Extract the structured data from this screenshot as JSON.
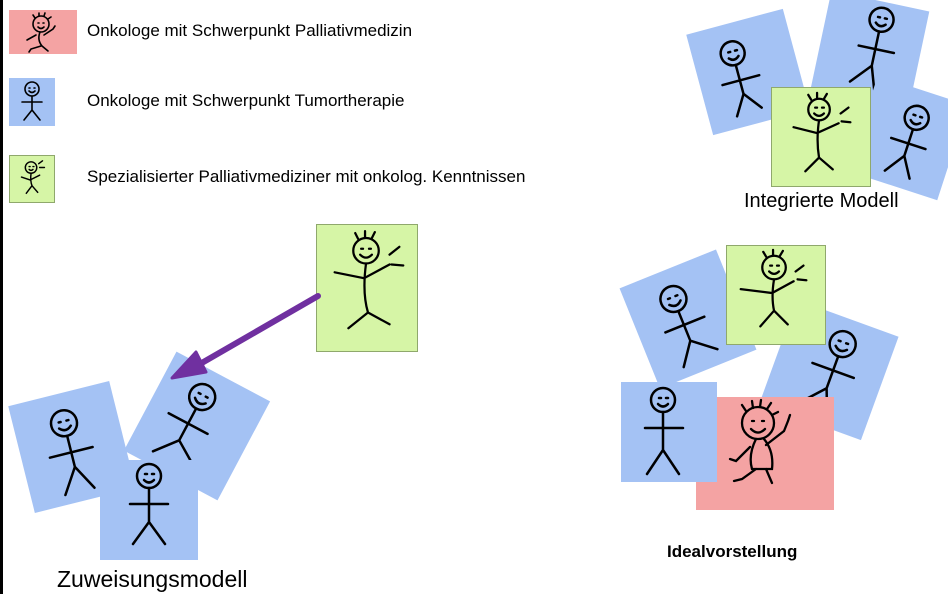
{
  "legend": {
    "item1_label": "Onkologe mit Schwerpunkt Palliativmedizin",
    "item2_label": "Onkologe mit Schwerpunkt Tumortherapie",
    "item3_label": "Spezialisierter Palliativmediziner mit  onkolog. Kenntnissen"
  },
  "labels": {
    "integrated": "Integrierte Modell",
    "referral": "Zuweisungsmodell",
    "ideal": "Idealvorstellung"
  },
  "colors": {
    "palliative_oncologist": "#f4a3a3",
    "tumor_oncologist": "#a4c2f4",
    "palliative_specialist": "#d6f5a6",
    "arrow": "#7030a0"
  }
}
